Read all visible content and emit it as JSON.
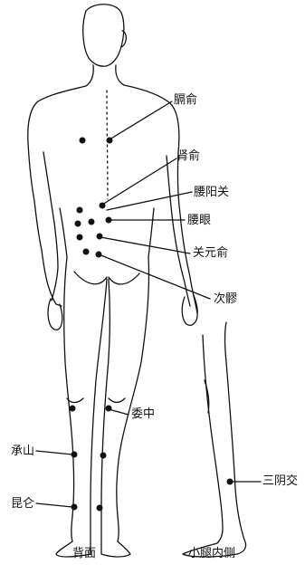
{
  "figure": {
    "captions": {
      "back": "背面",
      "inner_leg": "小腿内侧"
    },
    "points": [
      {
        "id": "geshu",
        "label": "膈俞"
      },
      {
        "id": "shenshu",
        "label": "肾俞"
      },
      {
        "id": "yaoyangguan",
        "label": "腰阳关"
      },
      {
        "id": "yaoyan",
        "label": "腰眼"
      },
      {
        "id": "guanyuanshu",
        "label": "关元俞"
      },
      {
        "id": "ciliao",
        "label": "次髎"
      },
      {
        "id": "weizhong",
        "label": "委中"
      },
      {
        "id": "chengshan",
        "label": "承山"
      },
      {
        "id": "kunlun",
        "label": "昆仑"
      },
      {
        "id": "sanyinjiao",
        "label": "三阴交"
      }
    ]
  }
}
